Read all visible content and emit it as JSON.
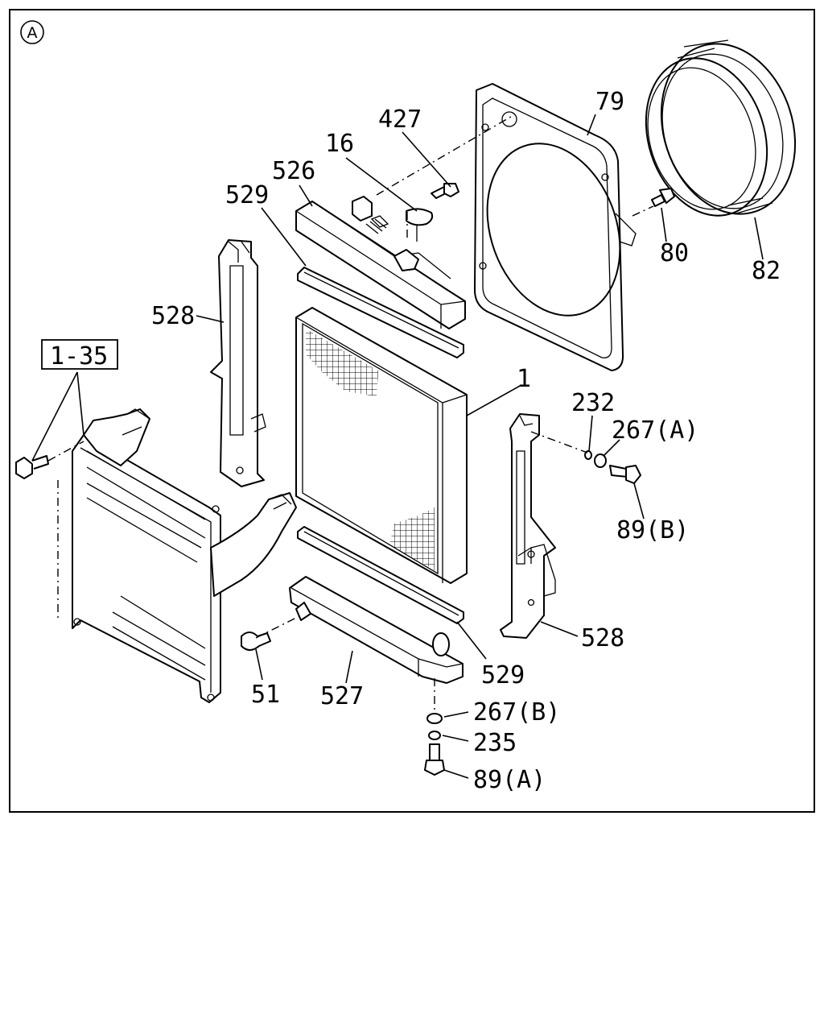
{
  "view_marker": "A",
  "callouts": {
    "p427": "427",
    "p79": "79",
    "p16": "16",
    "p526": "526",
    "p529_top": "529",
    "p528_left": "528",
    "p1_35": "1-35",
    "p80": "80",
    "p82": "82",
    "p1": "1",
    "p232": "232",
    "p267a": "267(A)",
    "p89b": "89(B)",
    "p528_right": "528",
    "p529_bottom": "529",
    "p51": "51",
    "p527": "527",
    "p267b": "267(B)",
    "p235": "235",
    "p89a": "89(A)"
  }
}
